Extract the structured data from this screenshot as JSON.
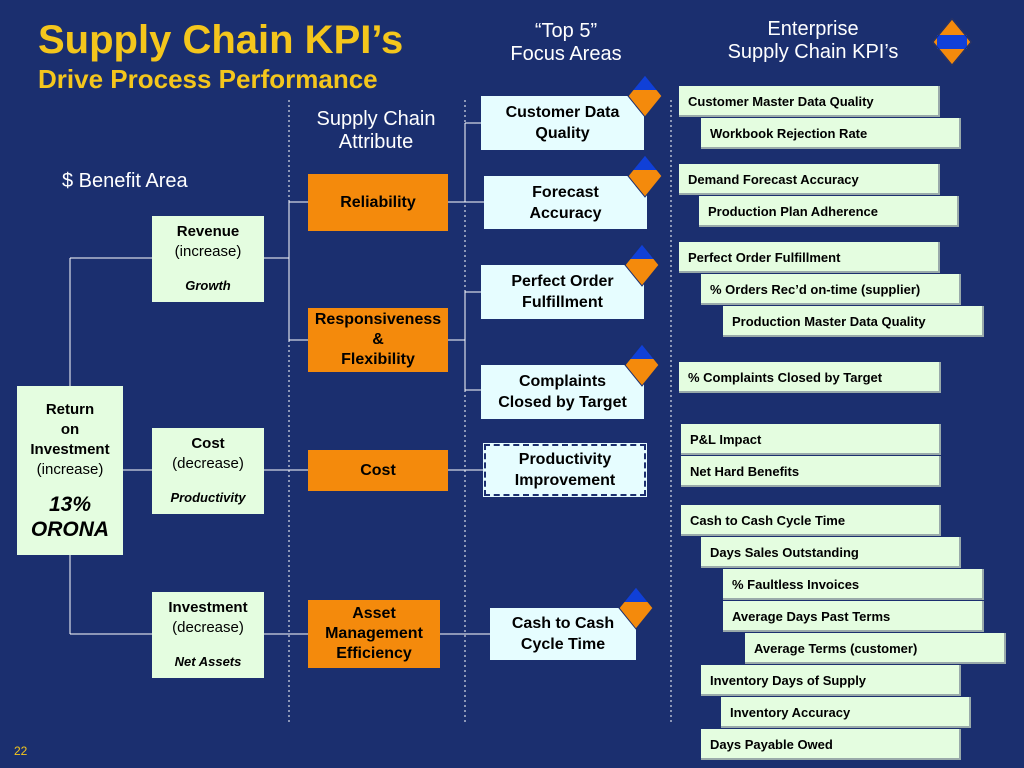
{
  "slide": {
    "title_line1": "Supply Chain KPI’s",
    "title_line2": "Drive Process Performance",
    "number": "22"
  },
  "headers": {
    "top5": [
      "“Top 5”",
      "Focus Areas"
    ],
    "enterprise": [
      "Enterprise",
      "Supply Chain KPI’s"
    ],
    "attribute": [
      "Supply Chain",
      "Attribute"
    ],
    "benefit": "$ Benefit Area"
  },
  "roi": {
    "label": [
      "Return",
      "on",
      "Investment"
    ],
    "sub": "(increase)",
    "value_line1": "13%",
    "value_line2": "ORONA"
  },
  "benefit_areas": [
    {
      "label": "Revenue",
      "sub": "(increase)",
      "driver": "Growth"
    },
    {
      "label": "Cost",
      "sub": "(decrease)",
      "driver": "Productivity"
    },
    {
      "label": "Investment",
      "sub": "(decrease)",
      "driver": "Net Assets"
    }
  ],
  "attributes": [
    {
      "lines": [
        "Reliability"
      ]
    },
    {
      "lines": [
        "Responsiveness",
        "&",
        "Flexibility"
      ]
    },
    {
      "lines": [
        "Cost"
      ]
    },
    {
      "lines": [
        "Asset",
        "Management",
        "Efficiency"
      ]
    }
  ],
  "focus_areas": [
    {
      "lines": [
        "Customer Data",
        "Quality"
      ]
    },
    {
      "lines": [
        "Forecast",
        "Accuracy"
      ]
    },
    {
      "lines": [
        "Perfect Order",
        "Fulfillment"
      ]
    },
    {
      "lines": [
        "Complaints",
        "Closed by Target"
      ]
    },
    {
      "lines": [
        "Productivity",
        "Improvement"
      ]
    },
    {
      "lines": [
        "Cash to Cash",
        "Cycle Time"
      ]
    }
  ],
  "kpis": [
    "Customer Master Data Quality",
    "Workbook Rejection Rate",
    "Demand Forecast Accuracy",
    "Production Plan Adherence",
    "Perfect Order Fulfillment",
    "% Orders Rec’d on-time (supplier)",
    "Production Master Data Quality",
    "% Complaints Closed by Target",
    "P&L Impact",
    "Net Hard Benefits",
    "Cash to Cash Cycle Time",
    "Days Sales Outstanding",
    "% Faultless Invoices",
    "Average Days Past Terms",
    "Average Terms (customer)",
    "Inventory Days of Supply",
    "Inventory Accuracy",
    "Days Payable Owed"
  ],
  "colors": {
    "background": "#1b2f6f",
    "title": "#f4c61c",
    "orange": "#f48a0c",
    "green": "#e4fde0",
    "cyan": "#e6fdff",
    "diamond_blue": "#1040d8"
  },
  "icons": {
    "diamond": "diamond-icon"
  }
}
